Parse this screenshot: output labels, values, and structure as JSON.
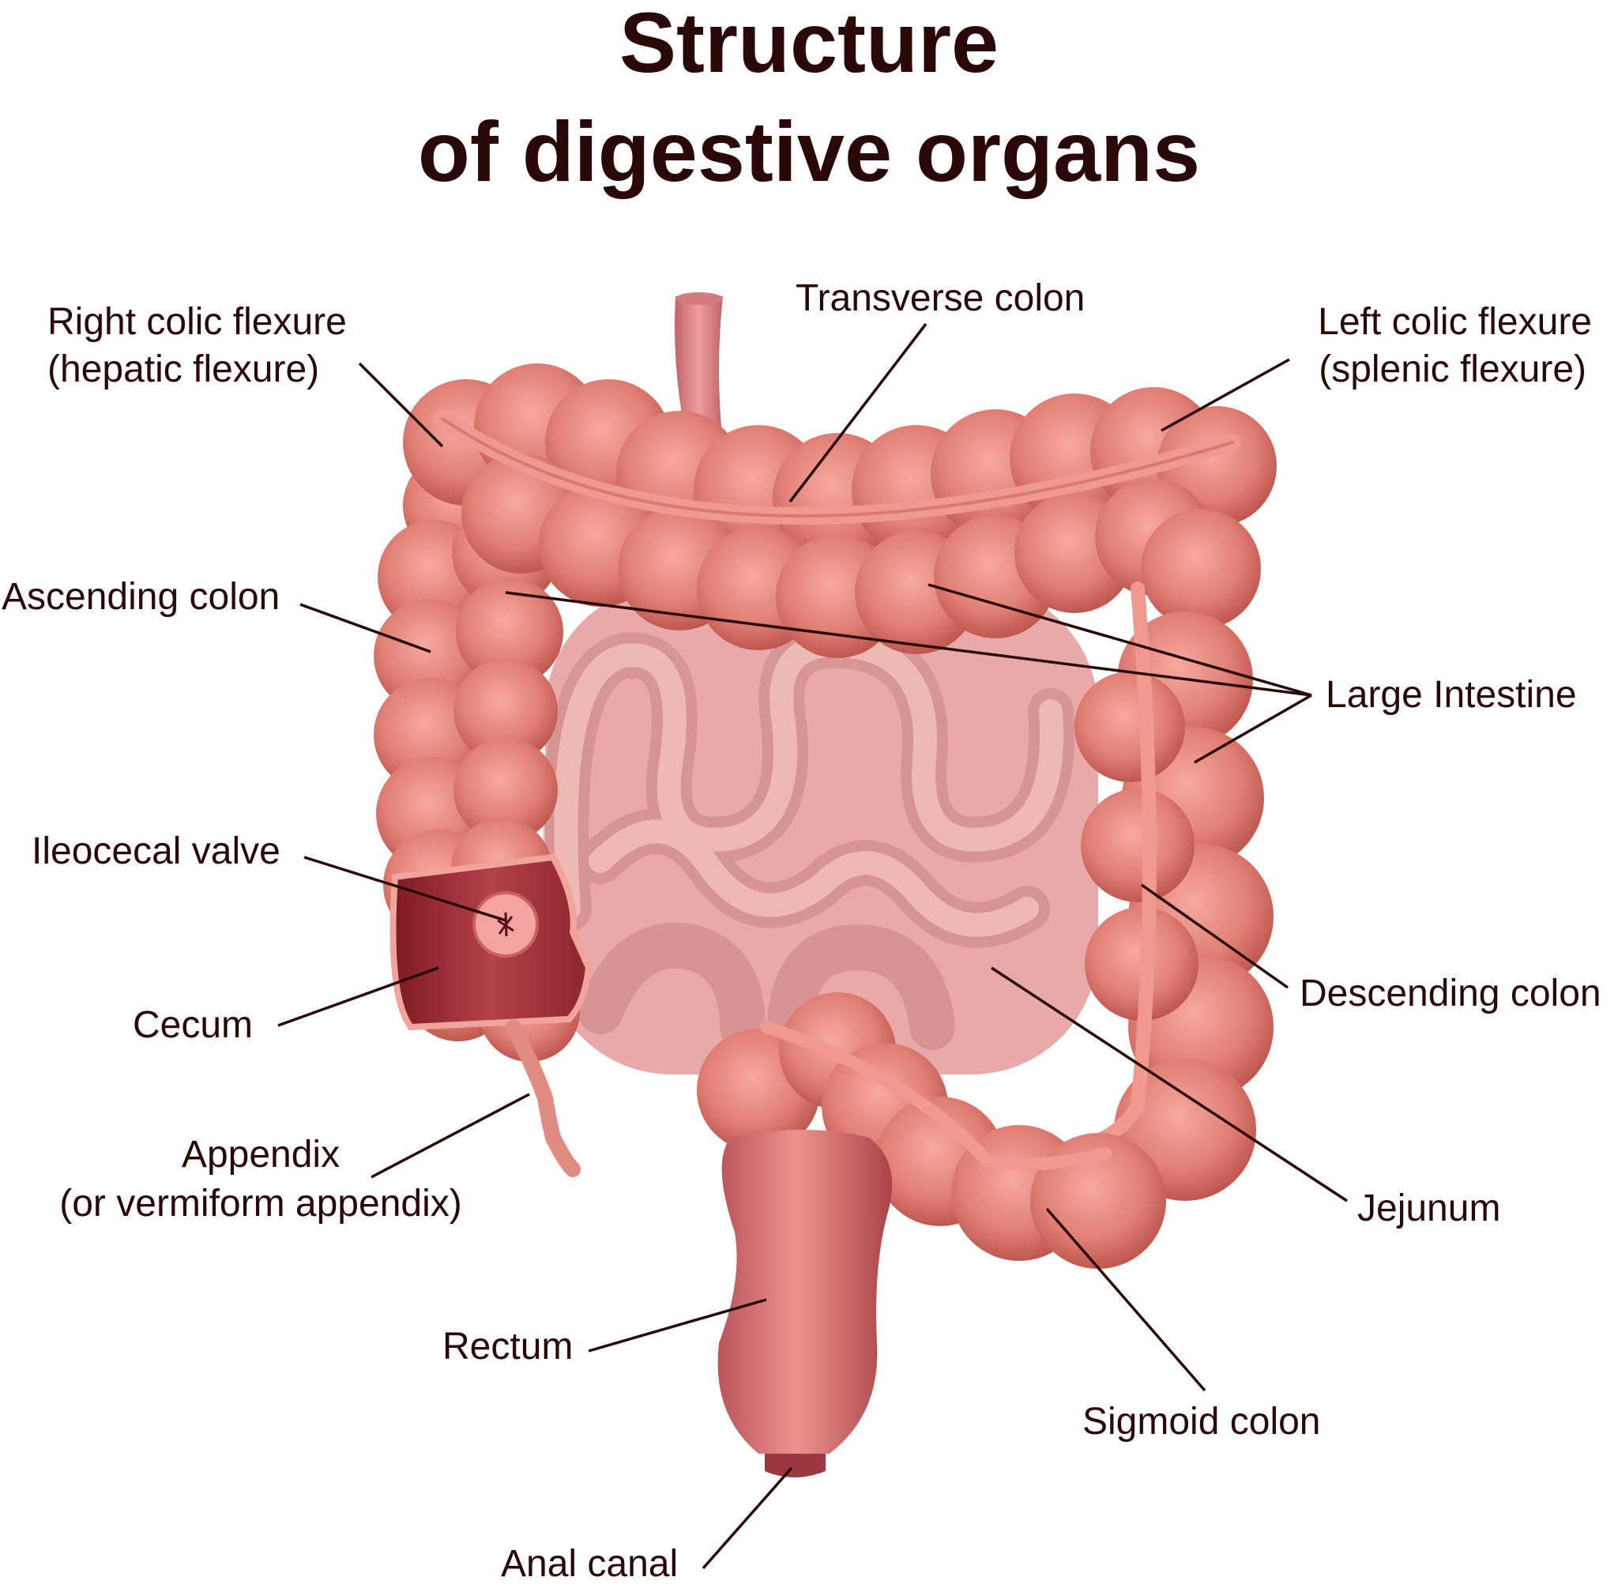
{
  "title": {
    "line1": "Structure",
    "line2": "of digestive organs"
  },
  "labels": {
    "right_colic_flexure": "Right colic flexure",
    "hepatic_flexure": "(hepatic flexure)",
    "transverse_colon": "Transverse colon",
    "left_colic_flexure": "Left colic flexure",
    "splenic_flexure": "(splenic flexure)",
    "ascending_colon": "Ascending colon",
    "large_intestine": "Large Intestine",
    "ileocecal_valve": "Ileocecal valve",
    "cecum": "Cecum",
    "descending_colon": "Descending colon",
    "appendix": "Appendix",
    "vermiform_appendix": "(or vermiform appendix)",
    "jejunum": "Jejunum",
    "rectum": "Rectum",
    "sigmoid_colon": "Sigmoid colon",
    "anal_canal": "Anal canal"
  },
  "colors": {
    "text": "#2a0808",
    "colon": "#e07e74",
    "colon_shadow": "#c2584f",
    "colon_highlight": "#f4a59a",
    "small_intestine": "#e8a7a7",
    "small_intestine_shadow": "#c98585",
    "cecum_cut": "#a3323a",
    "leader_line": "#2a0808"
  }
}
